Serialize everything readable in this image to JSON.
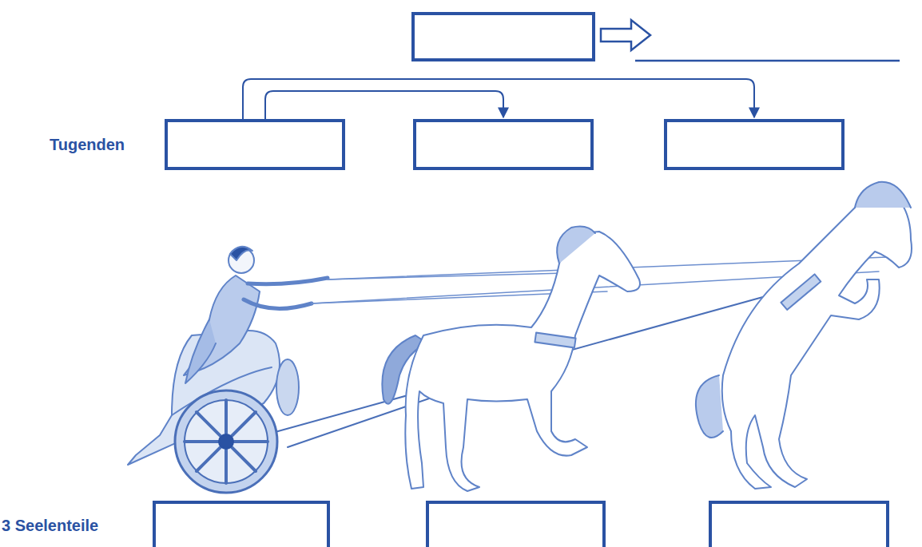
{
  "diagram": {
    "nodes": [
      {
        "text": []
      },
      {
        "text": []
      },
      {
        "text": []
      },
      {
        "text": []
      },
      {
        "text": []
      },
      {
        "text": []
      },
      {
        "text": []
      }
    ],
    "edges": [
      {
        "from": 1,
        "to": 3,
        "arrow": "to"
      },
      {
        "from": 1,
        "to": 2,
        "arrow": "to"
      }
    ],
    "labels": [
      "Tugenden",
      "3 Seelenteile"
    ]
  }
}
